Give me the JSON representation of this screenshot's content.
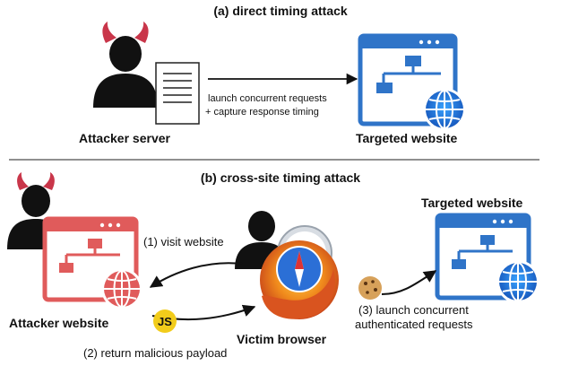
{
  "part_a": {
    "title": "(a) direct timing attack",
    "attacker_label": "Attacker server",
    "target_label": "Targeted website",
    "arrow_line1": "launch concurrent requests",
    "arrow_line2": "+ capture response timing"
  },
  "part_b": {
    "title": "(b) cross-site timing attack",
    "attacker_label": "Attacker website",
    "victim_label": "Victim browser",
    "target_label": "Targeted website",
    "step1": "(1) visit website",
    "step2": "(2) return malicious payload",
    "step3_line1": "(3) launch concurrent",
    "step3_line2": "authenticated requests",
    "js_badge": "JS"
  },
  "colors": {
    "target_blue": "#2f74c8",
    "attacker_red": "#e05b5b",
    "horn_red": "#c9364a",
    "js_yellow": "#f2cc1b"
  }
}
